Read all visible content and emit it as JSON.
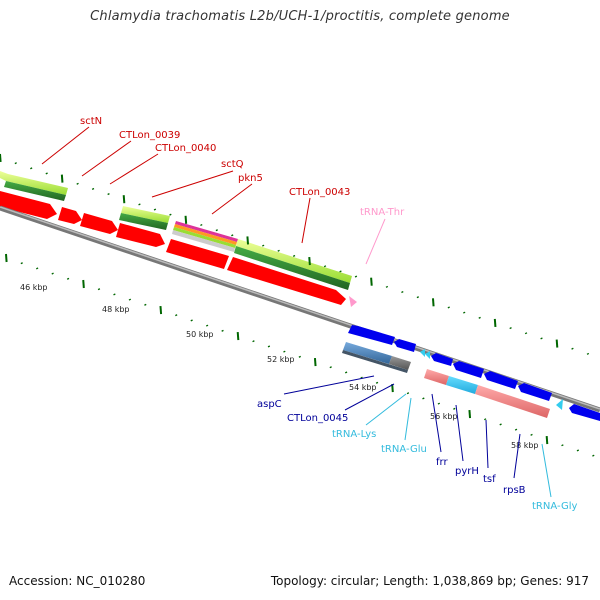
{
  "title": "Chlamydia trachomatis L2b/UCH-1/proctitis, complete genome",
  "footer": {
    "accession": "Accession: NC_010280",
    "summary": "Topology: circular; Length: 1,038,869 bp; Genes: 917"
  },
  "scale_labels": [
    "46 kbp",
    "48 kbp",
    "50 kbp",
    "52 kbp",
    "54 kbp",
    "56 kbp",
    "58 kbp"
  ],
  "upper_labels": [
    "sctN",
    "CTLon_0039",
    "CTLon_0040",
    "sctQ",
    "pkn5",
    "CTLon_0043",
    "tRNA-Thr"
  ],
  "lower_labels": [
    "aspC",
    "CTLon_0045",
    "tRNA-Lys",
    "tRNA-Glu",
    "frr",
    "pyrH",
    "tsf",
    "rpsB",
    "tRNA-Gly"
  ],
  "colors": {
    "forward_gene": "#ff0000",
    "reverse_gene": "#0000ee",
    "trna_upper": "#ff99cc",
    "trna_lower": "#33ccee",
    "label_red": "#cc0000",
    "label_blue": "#000099",
    "label_cyan": "#33bbdd",
    "label_pink": "#ff99cc",
    "backbone": "#888888",
    "scale_dots": "#006600"
  }
}
